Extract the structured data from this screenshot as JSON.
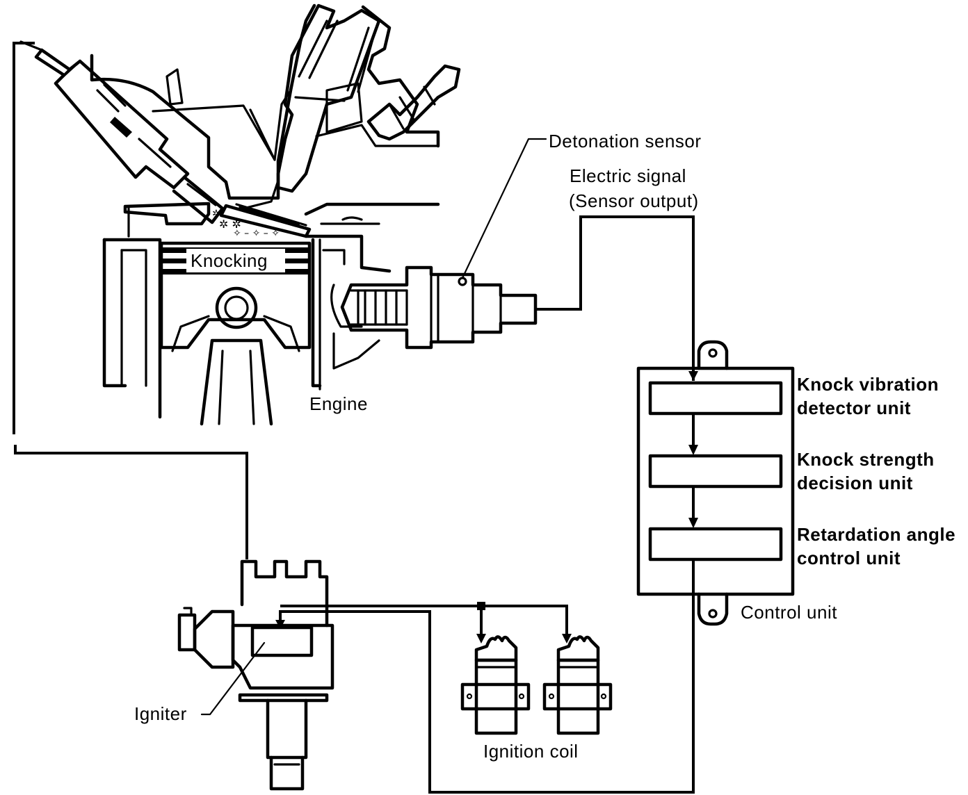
{
  "labels": {
    "detonation_sensor": "Detonation sensor",
    "electric_signal": "Electric signal",
    "sensor_output": "(Sensor output)",
    "knocking": "Knocking",
    "engine": "Engine",
    "knock_vibration_1": "Knock vibration",
    "knock_vibration_2": "detector unit",
    "knock_strength_1": "Knock strength",
    "knock_strength_2": "decision unit",
    "retardation_1": "Retardation angle",
    "retardation_2": "control unit",
    "control_unit": "Control unit",
    "igniter": "Igniter",
    "ignition_coil": "Ignition coil"
  },
  "colors": {
    "ink": "#000000",
    "paper": "#ffffff"
  }
}
